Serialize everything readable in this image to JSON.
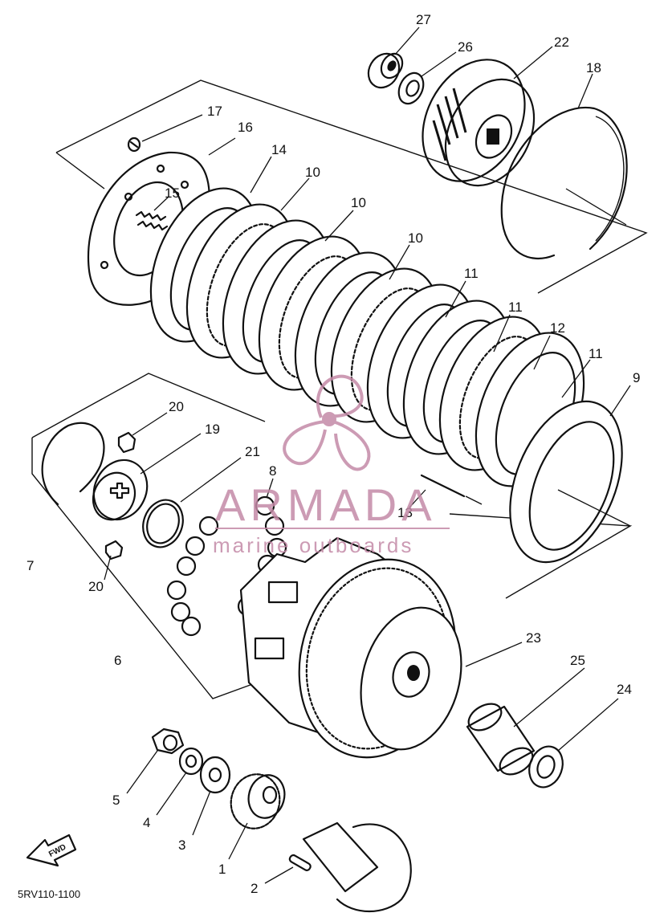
{
  "diagram_code": "5RV110-1100",
  "fwd_label": "FWD",
  "watermark": {
    "brand": "ARMADA",
    "tagline": "marine outboards",
    "color": "#c48aa7"
  },
  "callouts": {
    "c1": "1",
    "c2": "2",
    "c3": "3",
    "c4": "4",
    "c5": "5",
    "c6": "6",
    "c7": "7",
    "c8": "8",
    "c9": "9",
    "c10a": "10",
    "c10b": "10",
    "c10c": "10",
    "c11a": "11",
    "c11b": "11",
    "c11c": "11",
    "c12": "12",
    "c13": "13",
    "c14": "14",
    "c15": "15",
    "c16": "16",
    "c17": "17",
    "c18": "18",
    "c19": "19",
    "c20a": "20",
    "c20b": "20",
    "c21": "21",
    "c22": "22",
    "c23": "23",
    "c24": "24",
    "c25": "25",
    "c26": "26",
    "c27": "27"
  }
}
